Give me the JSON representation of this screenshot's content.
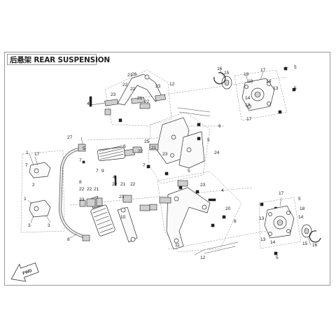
{
  "diagram": {
    "title": "后悬架 REAR SUSPENSION",
    "fwd_label": "FWD",
    "callouts": [
      {
        "id": "c1",
        "text": "1"
      },
      {
        "id": "c2",
        "text": "17"
      },
      {
        "id": "c3",
        "text": "7"
      },
      {
        "id": "c4",
        "text": "2"
      },
      {
        "id": "c5",
        "text": "1"
      },
      {
        "id": "c6",
        "text": "3"
      },
      {
        "id": "c7",
        "text": "3"
      },
      {
        "id": "c8",
        "text": "8"
      },
      {
        "id": "c9",
        "text": "27"
      },
      {
        "id": "c10",
        "text": "5"
      },
      {
        "id": "c11",
        "text": "7"
      },
      {
        "id": "c12",
        "text": "6"
      },
      {
        "id": "c13",
        "text": "9"
      },
      {
        "id": "c14",
        "text": "7"
      },
      {
        "id": "c15",
        "text": "4"
      },
      {
        "id": "c16",
        "text": "22"
      },
      {
        "id": "c17",
        "text": "22"
      },
      {
        "id": "c18",
        "text": "21"
      },
      {
        "id": "c19",
        "text": "23"
      },
      {
        "id": "c20",
        "text": "8"
      },
      {
        "id": "c21",
        "text": "22"
      },
      {
        "id": "c22",
        "text": "21"
      },
      {
        "id": "c23",
        "text": "22"
      },
      {
        "id": "c24",
        "text": "23"
      },
      {
        "id": "c25",
        "text": "10"
      },
      {
        "id": "c26",
        "text": "21"
      },
      {
        "id": "c27",
        "text": "26"
      },
      {
        "id": "c28",
        "text": "22"
      },
      {
        "id": "c29",
        "text": "23"
      },
      {
        "id": "c30",
        "text": "22"
      },
      {
        "id": "c31",
        "text": "21"
      },
      {
        "id": "c32",
        "text": "22"
      },
      {
        "id": "c33",
        "text": "23"
      },
      {
        "id": "c34",
        "text": "4"
      },
      {
        "id": "c35",
        "text": "5"
      },
      {
        "id": "c36",
        "text": "12"
      },
      {
        "id": "c37",
        "text": "6"
      },
      {
        "id": "c38",
        "text": "25"
      },
      {
        "id": "c39",
        "text": "7"
      },
      {
        "id": "c40",
        "text": "5"
      },
      {
        "id": "c41",
        "text": "24"
      },
      {
        "id": "c42",
        "text": "22"
      },
      {
        "id": "c43",
        "text": "21"
      },
      {
        "id": "c44",
        "text": "23"
      },
      {
        "id": "c45",
        "text": "5"
      },
      {
        "id": "c46",
        "text": "23"
      },
      {
        "id": "c47",
        "text": "4"
      },
      {
        "id": "c48",
        "text": "20"
      },
      {
        "id": "c49",
        "text": "6"
      },
      {
        "id": "c50",
        "text": "11"
      },
      {
        "id": "c51",
        "text": "12"
      },
      {
        "id": "c52",
        "text": "16"
      },
      {
        "id": "c53",
        "text": "15"
      },
      {
        "id": "c54",
        "text": "19"
      },
      {
        "id": "c55",
        "text": "17"
      },
      {
        "id": "c56",
        "text": "5"
      },
      {
        "id": "c57",
        "text": "5"
      },
      {
        "id": "c58",
        "text": "18"
      },
      {
        "id": "c59",
        "text": "14"
      },
      {
        "id": "c60",
        "text": "13"
      },
      {
        "id": "c61",
        "text": "14"
      },
      {
        "id": "c62",
        "text": "13"
      },
      {
        "id": "c63",
        "text": "17"
      },
      {
        "id": "c64",
        "text": "17"
      },
      {
        "id": "c65",
        "text": "5"
      },
      {
        "id": "c66",
        "text": "18"
      },
      {
        "id": "c67",
        "text": "13"
      },
      {
        "id": "c68",
        "text": "14"
      },
      {
        "id": "c69",
        "text": "15"
      },
      {
        "id": "c70",
        "text": "16"
      },
      {
        "id": "c71",
        "text": "13"
      },
      {
        "id": "c72",
        "text": "14"
      },
      {
        "id": "c73",
        "text": "5"
      }
    ]
  }
}
